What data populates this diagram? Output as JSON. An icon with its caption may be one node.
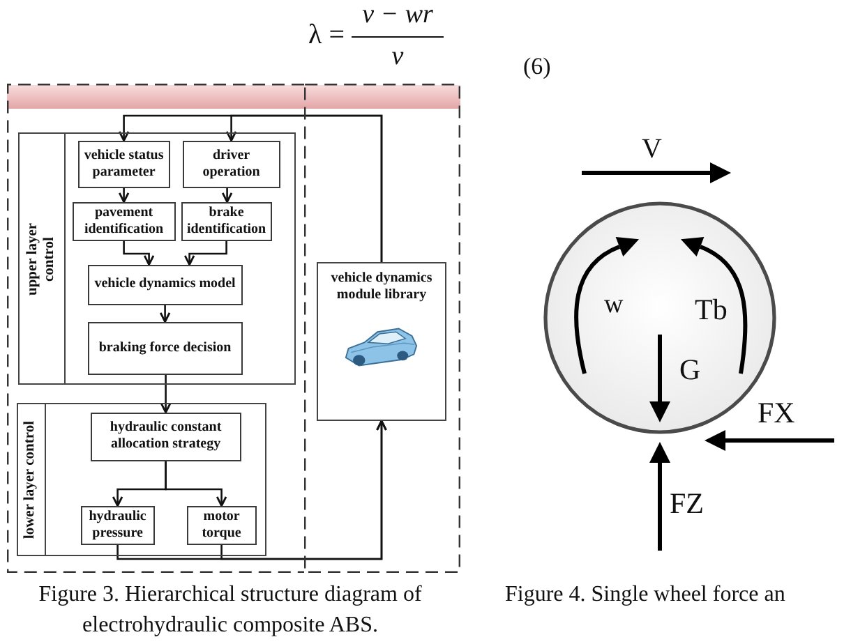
{
  "diagram": {
    "nodes": [
      {
        "text": [],
        "shape": "box"
      },
      {
        "text": [
          "upper layer control"
        ],
        "in": 0
      },
      {
        "text": [
          "vehicle status parameter"
        ],
        "in": 1
      },
      {
        "text": [
          "driver operation"
        ],
        "in": 1
      },
      {
        "text": [
          "pavement identification"
        ],
        "in": 1
      },
      {
        "text": [
          "brake identification"
        ],
        "in": 1
      },
      {
        "text": [
          "vehicle dynamics model"
        ],
        "in": 1
      },
      {
        "text": [
          "braking force decision"
        ],
        "in": 1
      },
      {
        "text": [
          "lower layer control"
        ],
        "in": 0
      },
      {
        "text": [
          "hydraulic constant allocation strategy"
        ],
        "in": 8
      },
      {
        "text": [
          "hydraulic pressure"
        ],
        "in": 8
      },
      {
        "text": [
          "motor torque"
        ],
        "in": 8
      },
      {
        "text": [],
        "shape": "box"
      },
      {
        "text": [
          "vehicle dynamics module library"
        ],
        "in": 12
      }
    ],
    "edges": [
      {
        "from": 13,
        "to": 2,
        "arrow": "to"
      },
      {
        "from": 13,
        "to": 3,
        "arrow": "to"
      },
      {
        "from": 2,
        "to": 4,
        "arrow": "to"
      },
      {
        "from": 3,
        "to": 5,
        "arrow": "to"
      },
      {
        "from": 4,
        "to": 6,
        "arrow": "to"
      },
      {
        "from": 5,
        "to": 6,
        "arrow": "to"
      },
      {
        "from": 6,
        "to": 7,
        "arrow": "to"
      },
      {
        "from": 7,
        "to": 9,
        "arrow": "to"
      },
      {
        "from": 9,
        "to": 10,
        "arrow": "to"
      },
      {
        "from": 9,
        "to": 11,
        "arrow": "to"
      },
      {
        "from": 10,
        "to": 13,
        "arrow": "to"
      },
      {
        "from": 11,
        "to": 13,
        "arrow": "to"
      }
    ],
    "labels": [
      "λ =",
      "v − wr",
      "v",
      "(6)",
      "V",
      "w",
      "Tb",
      "G",
      "FX",
      "FZ",
      "Figure 3. Hierarchical structure diagram of electrohydraulic composite ABS.",
      "Figure 4. Single wheel force an"
    ]
  }
}
